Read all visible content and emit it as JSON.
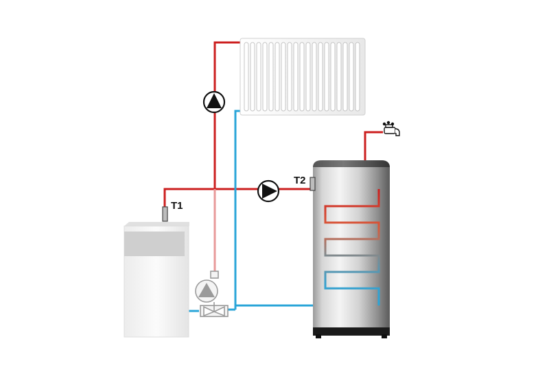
{
  "diagram": {
    "sensors": [
      {
        "id": "t1",
        "label": "T1"
      },
      {
        "id": "t2",
        "label": "T2"
      }
    ],
    "icons": {
      "faucet": "faucet-icon",
      "pump": "circulation-pump-icon",
      "valve": "mixing-valve-icon"
    },
    "colors": {
      "supply": "#cc1f1f",
      "return": "#2aa5d8",
      "supply_faded": "#e89a9a",
      "background": "#ffffff"
    }
  }
}
